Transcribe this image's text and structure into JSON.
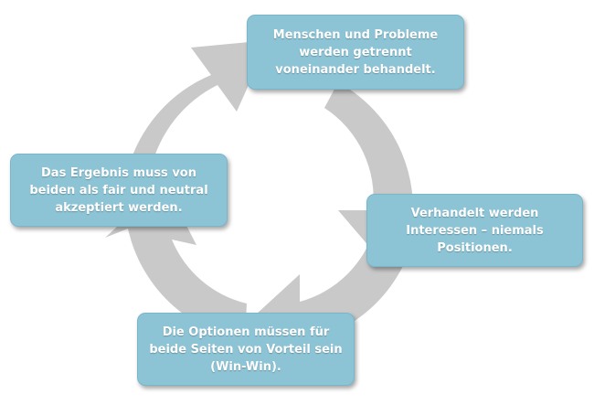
{
  "diagram": {
    "arrow_color": "#c9c9c9",
    "box_color": "#8cc4d6",
    "text_color": "#ffffff",
    "boxes": [
      {
        "text": "Menschen und Probleme\nwerden getrennt\nvoneinander behandelt."
      },
      {
        "text": "Verhandelt werden\nInteressen – niemals\nPositionen."
      },
      {
        "text": "Die Optionen müssen für\nbeide Seiten von Vorteil sein\n(Win-Win)."
      },
      {
        "text": "Das Ergebnis muss von\nbeiden als fair und neutral\nakzeptiert werden."
      }
    ]
  }
}
